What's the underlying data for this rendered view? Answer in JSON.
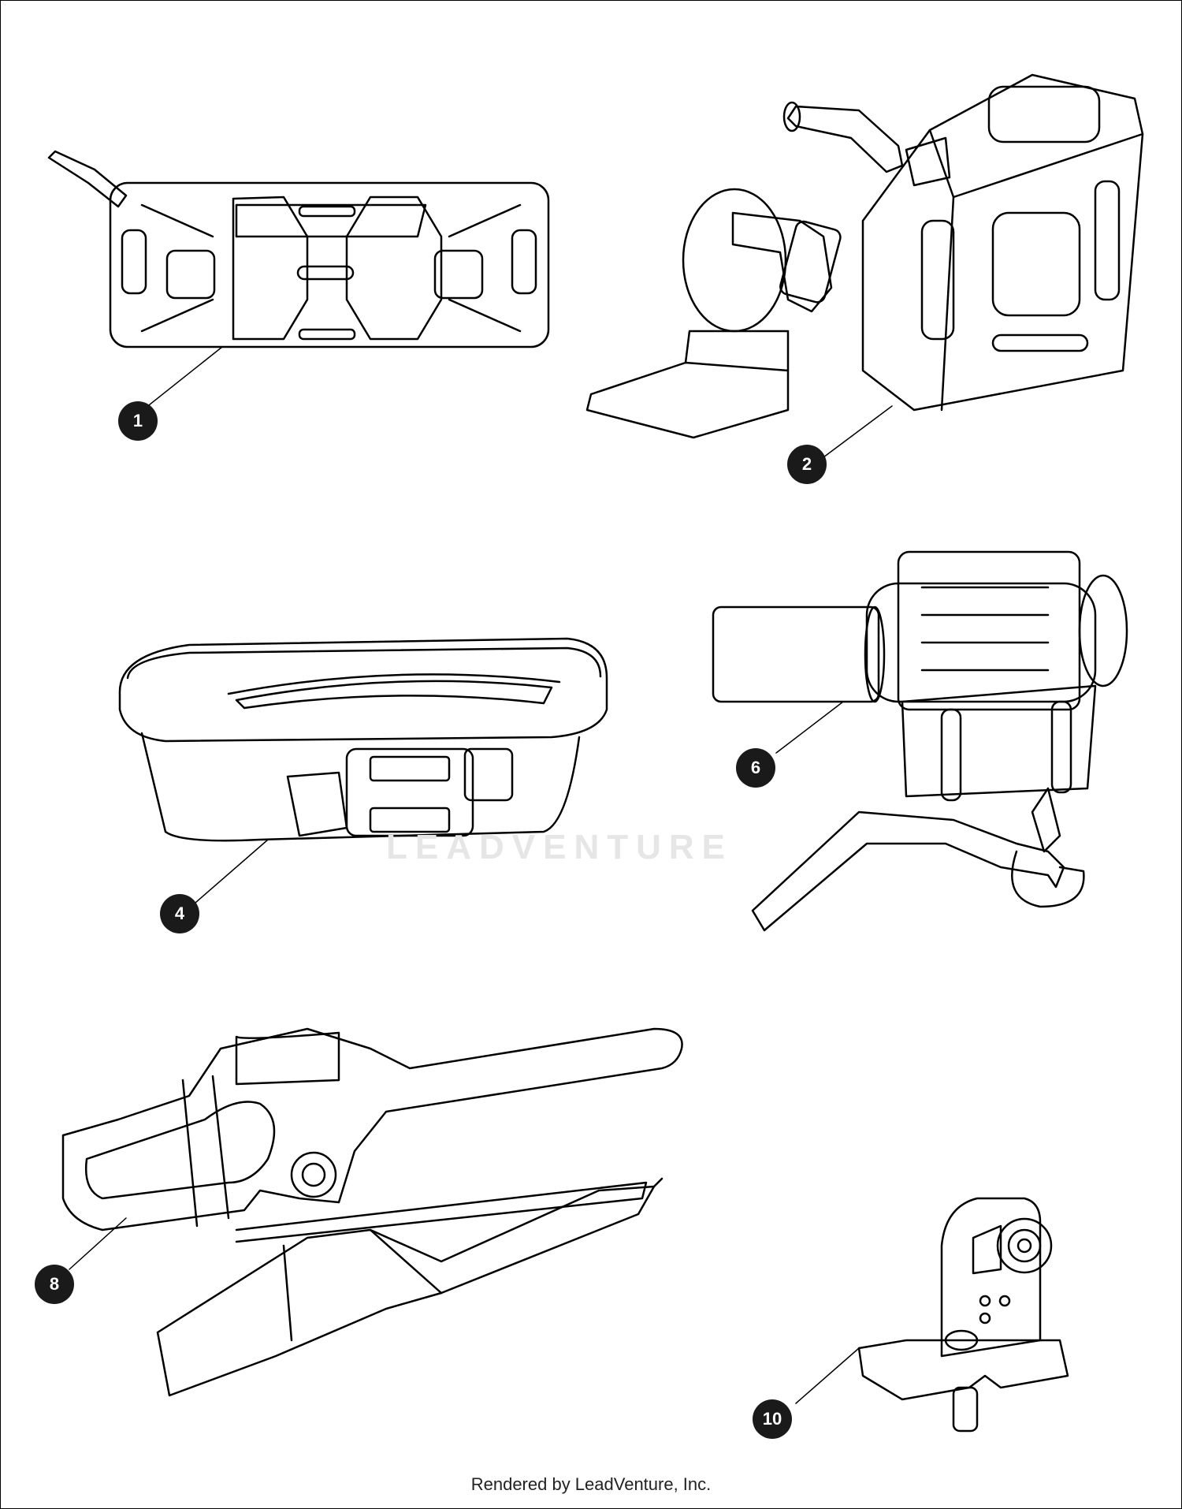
{
  "callouts": [
    {
      "id": "c1",
      "label": "1"
    },
    {
      "id": "c2",
      "label": "2"
    },
    {
      "id": "c4",
      "label": "4"
    },
    {
      "id": "c6",
      "label": "6"
    },
    {
      "id": "c8",
      "label": "8"
    },
    {
      "id": "c10",
      "label": "10"
    }
  ],
  "watermark": "LEADVENTURE",
  "footer": "Rendered by LeadVenture, Inc.",
  "colors": {
    "line": "#000000",
    "callout_fill": "#1a1a1a",
    "watermark": "#e6e6e6"
  }
}
